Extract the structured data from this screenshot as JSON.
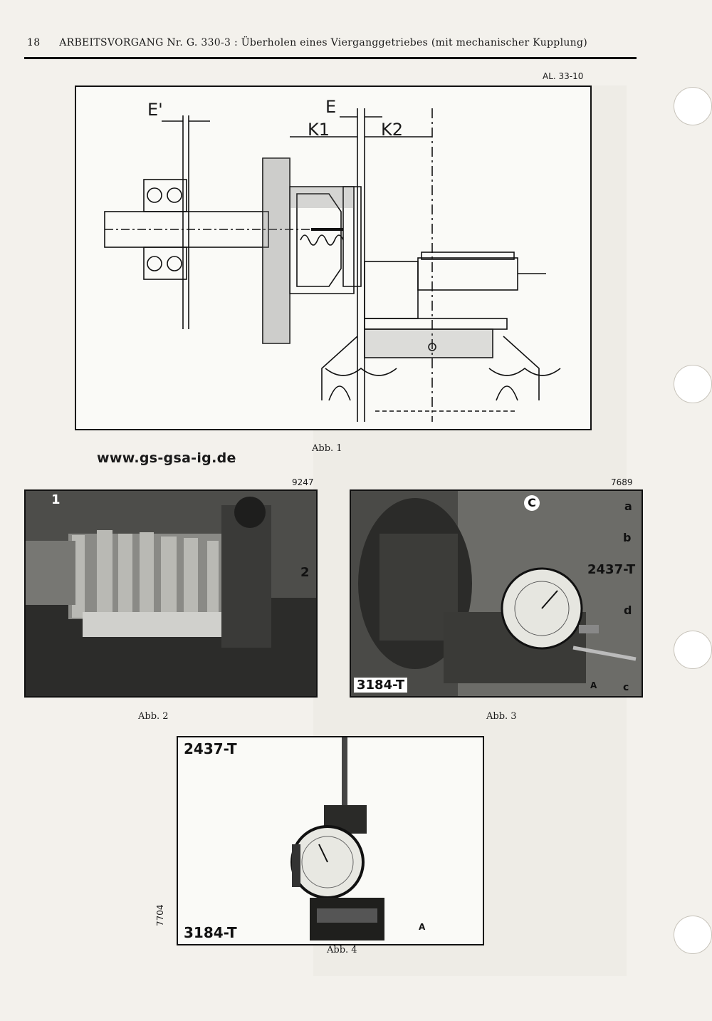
{
  "header": {
    "page_number": "18",
    "title": "ARBEITSVORGANG Nr.  G. 330-3 :  Überholen eines Vierganggetriebes (mit mechanischer Kupplung)"
  },
  "watermark_url": "www.gs-gsa-ig.de",
  "fig1": {
    "ref": "AL. 33-10",
    "caption": "Abb. 1",
    "labels": {
      "e_prime": "E'",
      "e": "E",
      "k1": "K1",
      "k2": "K2"
    }
  },
  "fig2": {
    "code": "9247",
    "caption": "Abb. 2",
    "labels": {
      "l1": "1",
      "l2": "2"
    }
  },
  "fig3": {
    "code": "7689",
    "caption": "Abb. 3",
    "labels": {
      "C": "C",
      "a": "a",
      "b": "b",
      "tool": "2437-T",
      "d": "d",
      "A": "A",
      "c": "c",
      "base": "3184-T"
    }
  },
  "fig4": {
    "code": "7704",
    "caption": "Abb. 4",
    "labels": {
      "tool": "2437-T",
      "base": "3184-T",
      "A": "A"
    }
  },
  "colors": {
    "paper": "#f3f1ec",
    "ink": "#111111",
    "bleed": "#bdbab2"
  }
}
